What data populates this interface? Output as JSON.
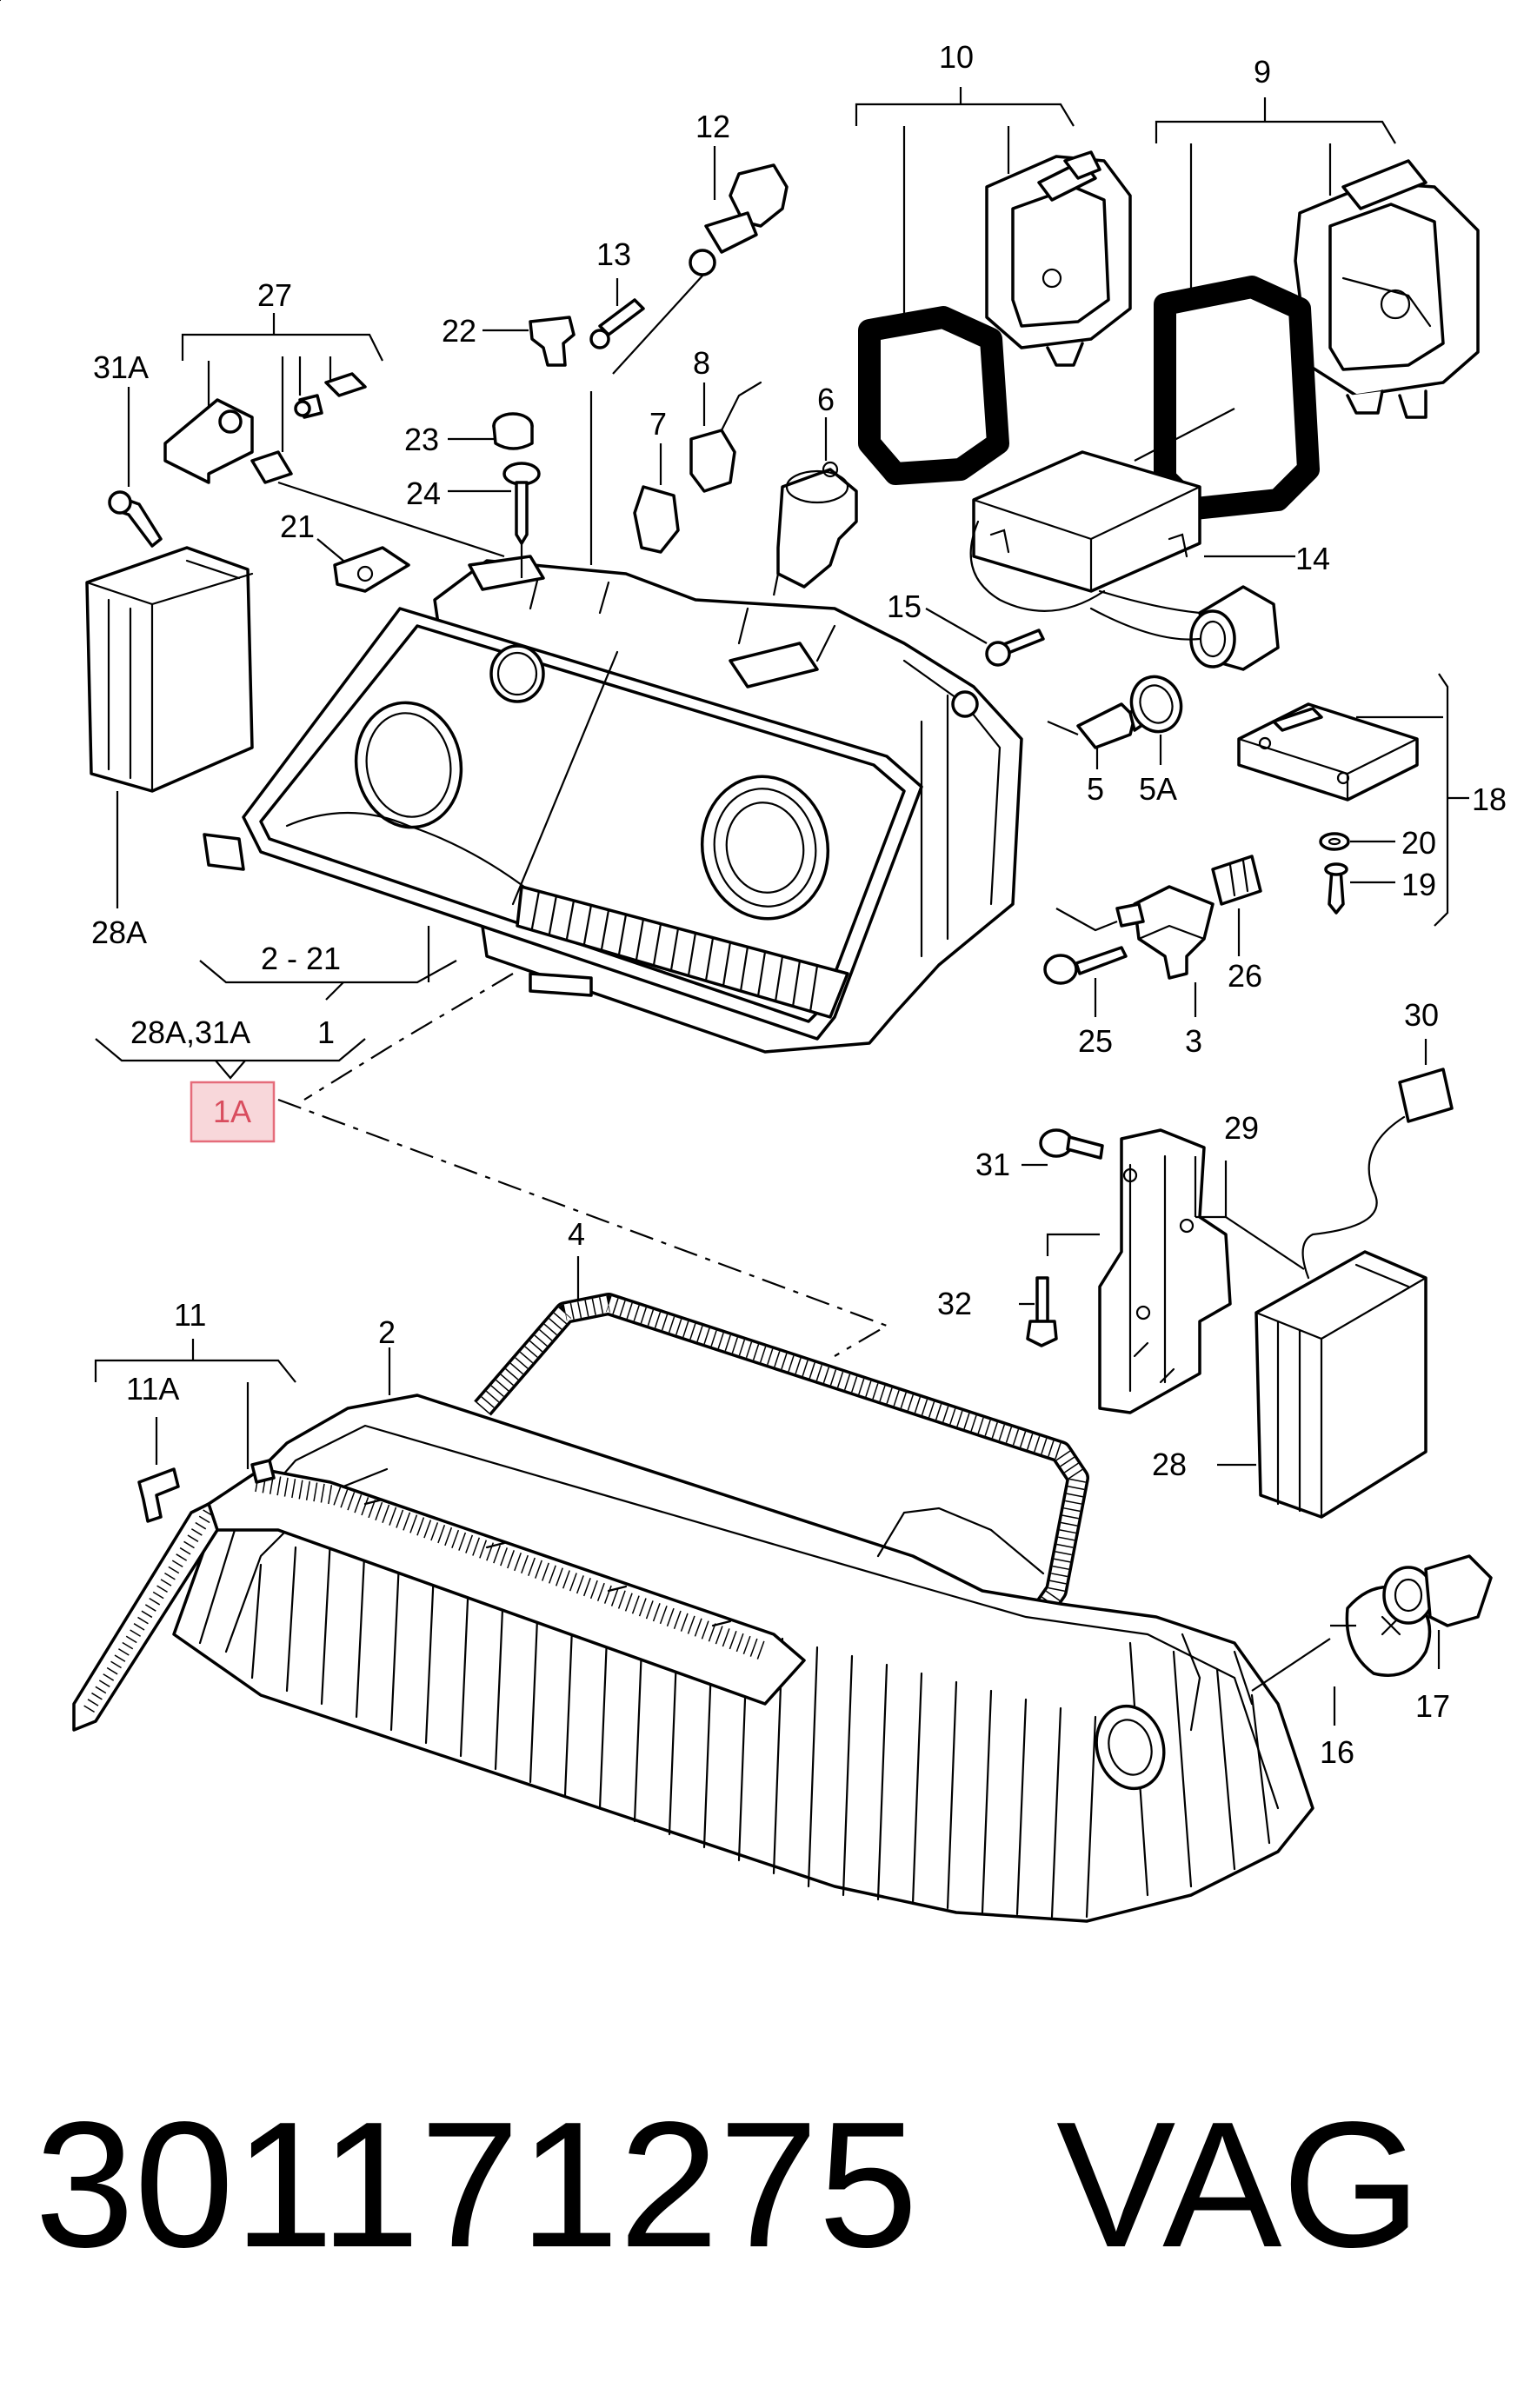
{
  "callouts": {
    "c1": "1",
    "c1A": "1A",
    "c2": "2",
    "c2_21": "2 - 21",
    "c3": "3",
    "c4": "4",
    "c5": "5",
    "c5A": "5A",
    "c6": "6",
    "c7": "7",
    "c8": "8",
    "c9": "9",
    "c10": "10",
    "c11": "11",
    "c11A": "11A",
    "c12": "12",
    "c13": "13",
    "c14": "14",
    "c15": "15",
    "c16": "16",
    "c17": "17",
    "c18": "18",
    "c19": "19",
    "c20": "20",
    "c21": "21",
    "c22": "22",
    "c23": "23",
    "c24": "24",
    "c25": "25",
    "c26": "26",
    "c27": "27",
    "c28": "28",
    "c28A_top": "28A",
    "c28A_31A": "28A,31A",
    "c29": "29",
    "c30": "30",
    "c31": "31",
    "c31A": "31A",
    "c32": "32"
  },
  "highlight": {
    "color": "#f8d7da",
    "border": "#e56c7a",
    "text_color": "#d94d5e"
  },
  "footer": {
    "part_number": "301171275",
    "brand": "VAG"
  }
}
